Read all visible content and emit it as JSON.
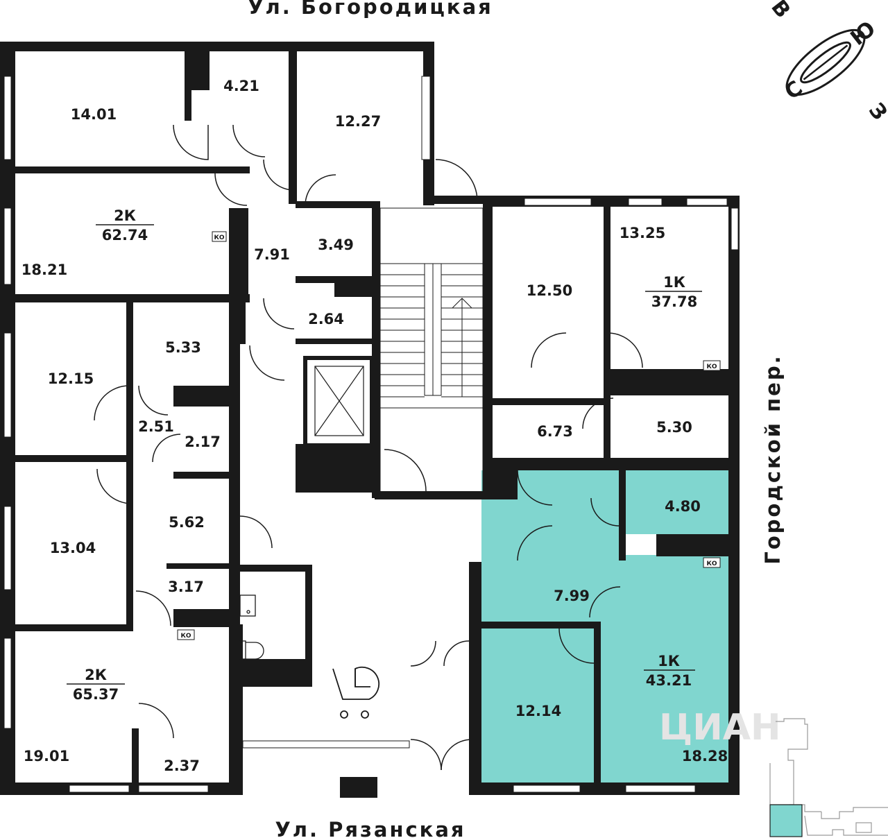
{
  "streets": {
    "north": "Ул. Богородицкая",
    "south": "Ул. Рязанская",
    "east": "Городской пер."
  },
  "compass": {
    "letters": [
      "В",
      "Ю",
      "С",
      "З"
    ]
  },
  "highlight_color": "#80d6cf",
  "wall_color": "#1a1a1a",
  "apartments": [
    {
      "type": "2К",
      "area": "62.74"
    },
    {
      "type": "1К",
      "area": "37.78"
    },
    {
      "type": "2К",
      "area": "65.37"
    },
    {
      "type": "1К",
      "area": "43.21"
    }
  ],
  "rooms": [
    "14.01",
    "4.21",
    "12.27",
    "18.21",
    "7.91",
    "3.49",
    "2.64",
    "12.50",
    "13.25",
    "12.15",
    "5.33",
    "2.51",
    "2.17",
    "6.73",
    "5.30",
    "4.80",
    "13.04",
    "5.62",
    "3.17",
    "7.99",
    "12.14",
    "19.01",
    "2.37",
    "18.28"
  ],
  "ko_label": "КО",
  "watermark": "ЦИАН"
}
